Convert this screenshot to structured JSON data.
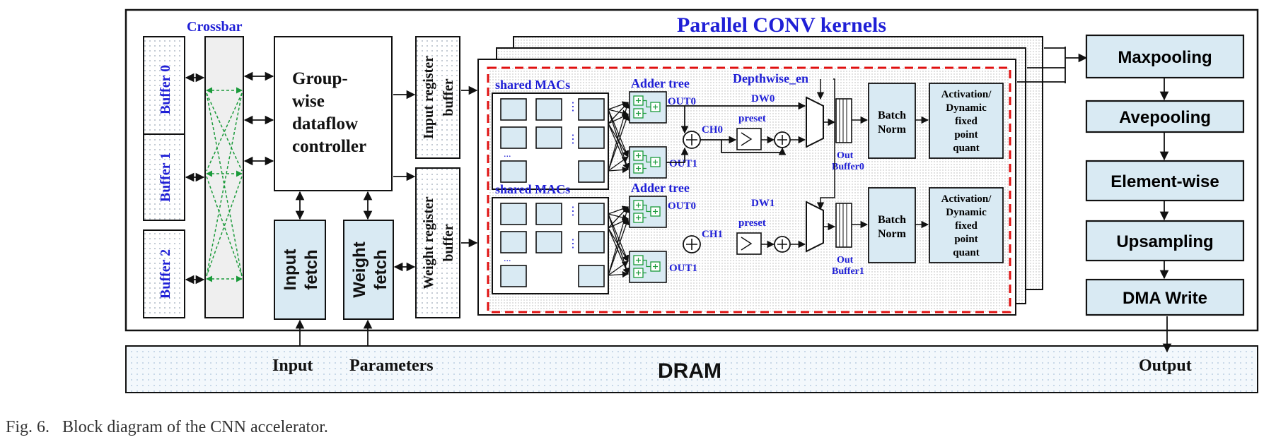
{
  "diagram": {
    "crossbar_label": "Crossbar",
    "buffers": [
      "Buffer 0",
      "Buffer 1",
      "Buffer 2"
    ],
    "controller_lines": [
      "Group-",
      "wise",
      "dataflow",
      "controller"
    ],
    "input_fetch_lines": [
      "Input",
      "fetch"
    ],
    "weight_fetch_lines": [
      "Weight",
      "fetch"
    ],
    "input_register_lines": [
      "Input register",
      "buffer"
    ],
    "weight_register_lines": [
      "Weight register",
      "buffer"
    ],
    "parallel_title": "Parallel CONV kernels",
    "lanes": [
      {
        "macs_label": "shared MACs",
        "adder_label": "Adder tree",
        "out_top": "OUT0",
        "out_bottom": "OUT1",
        "ch": "CH0",
        "dw": "DW0",
        "preset": "preset",
        "out_buffer_lines": [
          "Out",
          "Buffer0"
        ],
        "batchnorm_lines": [
          "Batch",
          "Norm"
        ],
        "activation_lines": [
          "Activation/",
          "Dynamic",
          "fixed",
          "point",
          "quant"
        ]
      },
      {
        "macs_label": "shared MACs",
        "adder_label": "Adder tree",
        "out_top": "OUT0",
        "out_bottom": "OUT1",
        "ch": "CH1",
        "dw": "DW1",
        "preset": "preset",
        "out_buffer_lines": [
          "Out",
          "Buffer1"
        ],
        "batchnorm_lines": [
          "Batch",
          "Norm"
        ],
        "activation_lines": [
          "Activation/",
          "Dynamic",
          "fixed",
          "point",
          "quant"
        ]
      }
    ],
    "depthwise_label": "Depthwise_en",
    "ellipsis_h": "...",
    "ellipsis_v": "⋮",
    "post_ops": [
      "Maxpooling",
      "Avepooling",
      "Element-wise",
      "Upsampling",
      "DMA Write"
    ],
    "dram_label": "DRAM",
    "dram_inputs": [
      "Input",
      "Parameters"
    ],
    "dram_output": "Output"
  },
  "caption": "Fig. 6.   Block diagram of the CNN accelerator.",
  "colors": {
    "block_fill": "#d9eaf3",
    "adder_green": "#1a9a3a",
    "label_blue": "#1f1fd6",
    "kernel_dash": "#e01010"
  }
}
